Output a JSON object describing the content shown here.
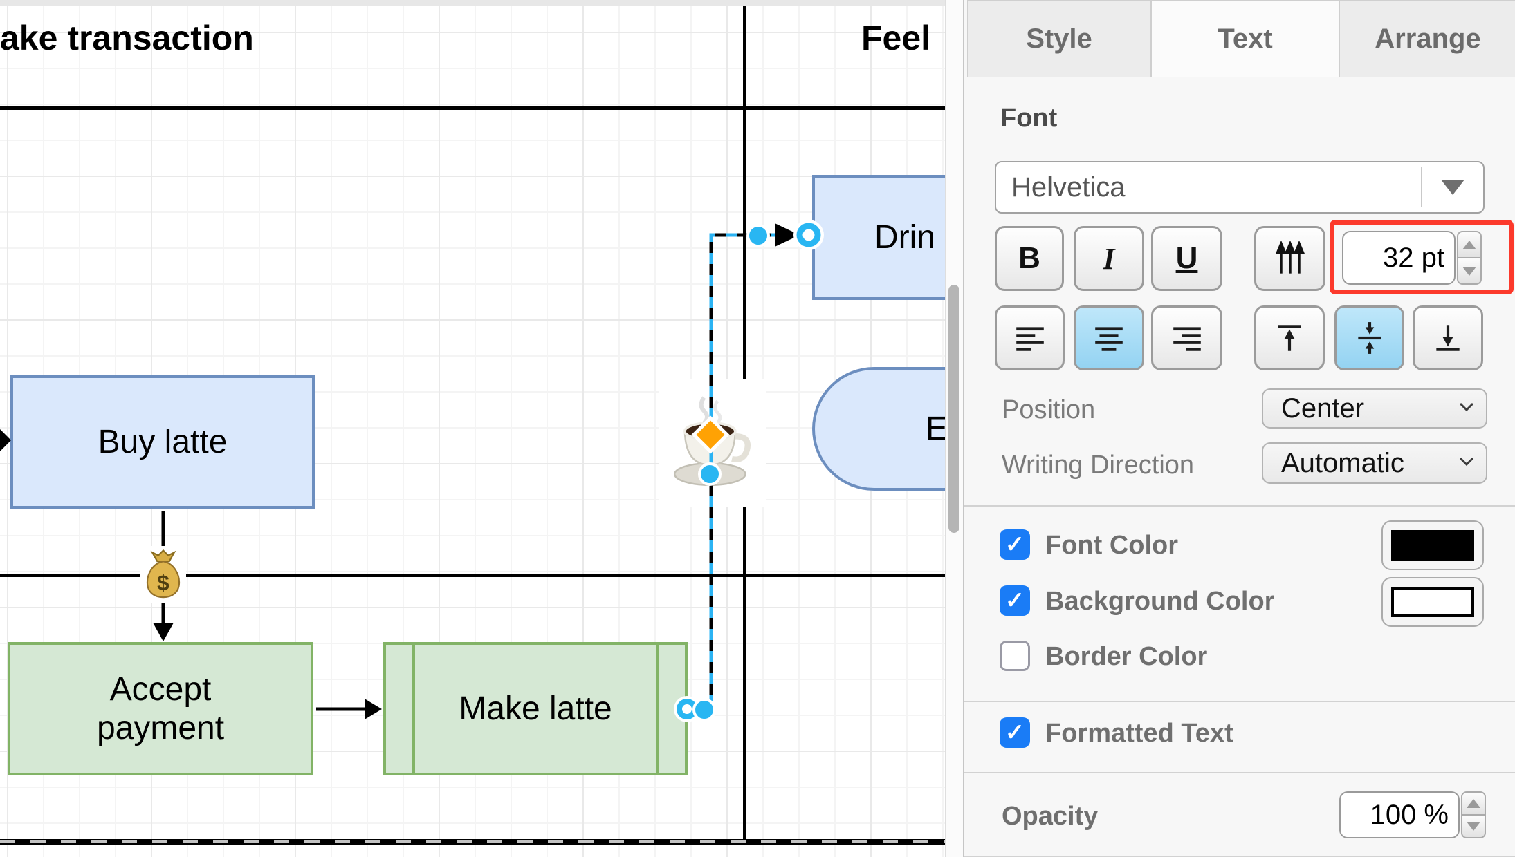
{
  "canvas": {
    "lane_titles": {
      "left": "ake transaction",
      "right": "Feel"
    },
    "shapes": {
      "buy_latte": "Buy latte",
      "accept_payment": "Accept payment",
      "make_latte": "Make latte",
      "drink_latte": "Drin",
      "end": "E"
    },
    "emojis": {
      "edge_label": "coffee-cup",
      "payment_label": "money-bag"
    }
  },
  "panel": {
    "tabs": {
      "style": "Style",
      "text": "Text",
      "arrange": "Arrange"
    },
    "font": {
      "heading": "Font",
      "family": "Helvetica",
      "bold": "B",
      "italic": "I",
      "underline": "U",
      "size": "32 pt"
    },
    "position": {
      "label": "Position",
      "value": "Center"
    },
    "writing_direction": {
      "label": "Writing Direction",
      "value": "Automatic"
    },
    "checkboxes": {
      "font_color": "Font Color",
      "background_color": "Background Color",
      "border_color": "Border Color",
      "formatted_text": "Formatted Text",
      "check_glyph": "✓"
    },
    "opacity": {
      "label": "Opacity",
      "value": "100 %"
    }
  },
  "colors": {
    "shape_blue_fill": "#dae8fc",
    "shape_blue_stroke": "#6c8ebf",
    "shape_green_fill": "#d5e8d4",
    "shape_green_stroke": "#82b366",
    "selection_cyan": "#29b6f2",
    "handle_orange": "#ffa204",
    "checkbox_blue": "#1a7cf6",
    "annotation_red": "#fc3a2c",
    "active_toggle_blue": "#a9ddf8",
    "font_color_swatch": "#000000",
    "background_color_swatch": "#ffffff"
  }
}
